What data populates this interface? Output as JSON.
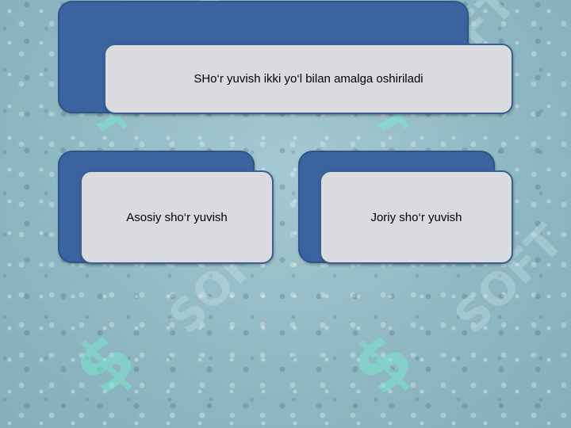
{
  "watermarks": {
    "dollar_glyph": "$",
    "logo_text": "SOFT"
  },
  "diagram": {
    "root": {
      "label": "SHo‘r yuvish ikki yo‘l bilan amalga oshiriladi"
    },
    "children": [
      {
        "label": "Asosiy sho‘r yuvish"
      },
      {
        "label": "Joriy sho‘r yuvish"
      }
    ]
  },
  "colors": {
    "background": "#8fb8c3",
    "box_back": "#3a63a0",
    "box_front": "#d9dbde",
    "box_border": "#3a5f95",
    "watermark": "#78f0d2"
  }
}
